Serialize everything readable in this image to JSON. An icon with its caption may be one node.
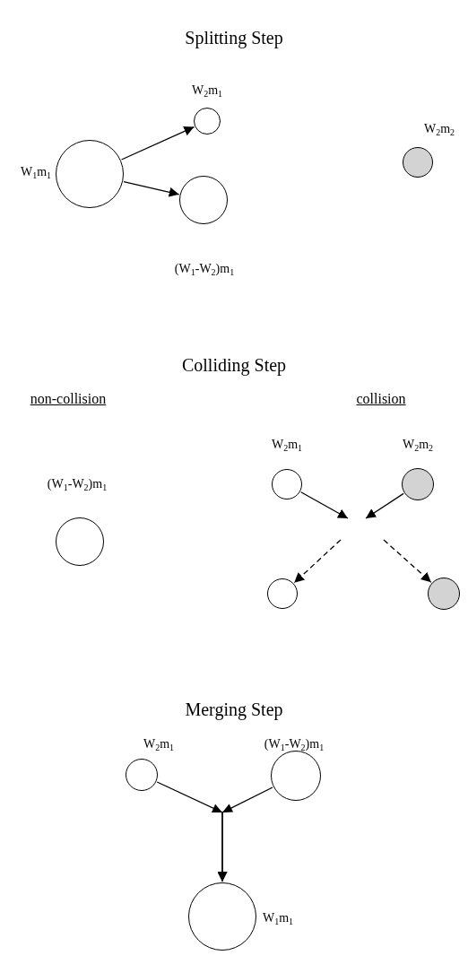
{
  "diagram": {
    "nodes": [
      {
        "text": [],
        "shape": "circle",
        "beside": [
          "W$_{1}$m$_{1}$"
        ]
      },
      {
        "text": [],
        "shape": "circle",
        "beside": [
          "W$_{2}$m$_{1}$"
        ]
      },
      {
        "text": [],
        "shape": "circle",
        "beside": [
          "(W$_{1}$-W$_{2}$)m$_{1}$"
        ]
      },
      {
        "text": [],
        "shape": "circle",
        "beside": [
          "W$_{2}$m$_{2}$"
        ]
      },
      {
        "text": [],
        "shape": "circle",
        "beside": [
          "(W$_{1}$-W$_{2}$)m$_{1}$"
        ]
      },
      {
        "text": [],
        "shape": "circle",
        "beside": [
          "W$_{2}$m$_{1}$"
        ]
      },
      {
        "text": [],
        "shape": "circle",
        "beside": [
          "W$_{2}$m$_{2}$"
        ]
      },
      {
        "text": [],
        "shape": "circle"
      },
      {
        "text": [],
        "shape": "circle"
      },
      {
        "text": [],
        "shape": "circle",
        "beside": [
          "W$_{2}$m$_{1}$"
        ]
      },
      {
        "text": [],
        "shape": "circle",
        "beside": [
          "(W$_{1}$-W$_{2}$)m$_{1}$"
        ]
      },
      {
        "text": [],
        "shape": "circle",
        "beside": [
          "W$_{1}$m$_{1}$"
        ]
      }
    ],
    "edges": [
      {
        "from": 0,
        "to": 1,
        "arrow": "to"
      },
      {
        "from": 0,
        "to": 2,
        "arrow": "to"
      },
      {
        "from": 5,
        "to": null,
        "arrow": "to"
      },
      {
        "from": 6,
        "to": null,
        "arrow": "to"
      },
      {
        "from": null,
        "to": 7,
        "arrow": "to",
        "style": "dashed"
      },
      {
        "from": null,
        "to": 8,
        "arrow": "to",
        "style": "dashed"
      },
      {
        "from": 9,
        "to": 11,
        "arrow": "to"
      },
      {
        "from": 10,
        "to": 11,
        "arrow": "to"
      }
    ],
    "labels": [
      "Splitting Step",
      "Colliding Step",
      "non-collision",
      "collision",
      "Merging Step"
    ]
  }
}
